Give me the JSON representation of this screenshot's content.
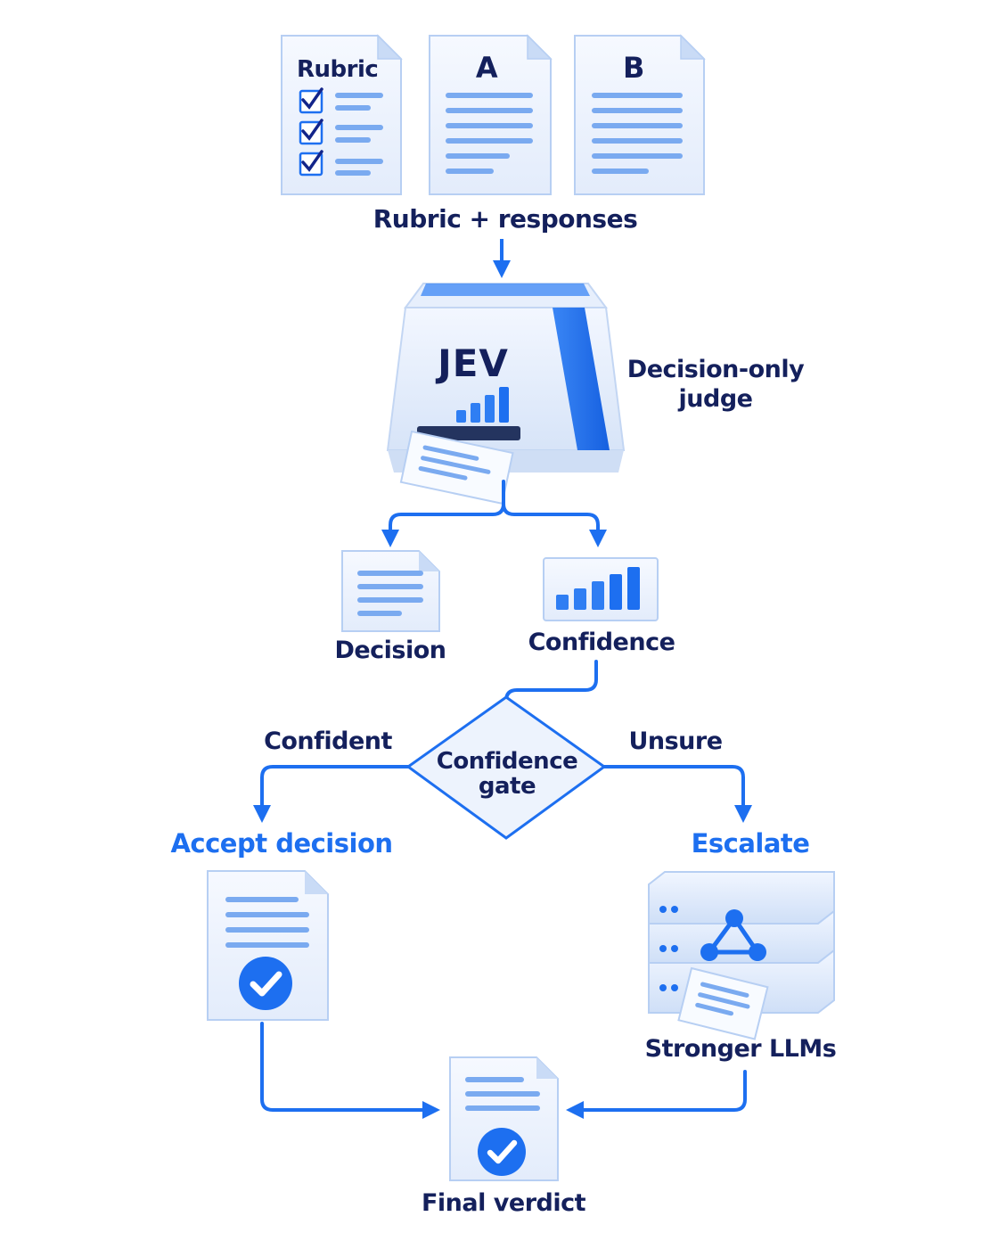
{
  "inputs": {
    "rubric_title": "Rubric",
    "response_a": "A",
    "response_b": "B",
    "caption": "Rubric + responses"
  },
  "judge": {
    "name": "JEV",
    "caption_line1": "Decision-only",
    "caption_line2": "judge"
  },
  "outputs": {
    "decision": "Decision",
    "confidence": "Confidence"
  },
  "gate": {
    "line1": "Confidence",
    "line2": "gate",
    "left_branch": "Confident",
    "right_branch": "Unsure"
  },
  "accept": {
    "label": "Accept decision"
  },
  "escalate": {
    "label": "Escalate",
    "caption": "Stronger LLMs"
  },
  "final": {
    "label": "Final verdict"
  },
  "icons": [
    "checklist-icon",
    "document-icon",
    "printer-icon",
    "bar-chart-icon",
    "check-circle-icon",
    "server-stack-icon",
    "network-icon"
  ],
  "colors": {
    "accent": "#1d6ff0",
    "text": "#14205c",
    "paper": "#edf3fd",
    "paper_edge": "#b7cff3"
  }
}
